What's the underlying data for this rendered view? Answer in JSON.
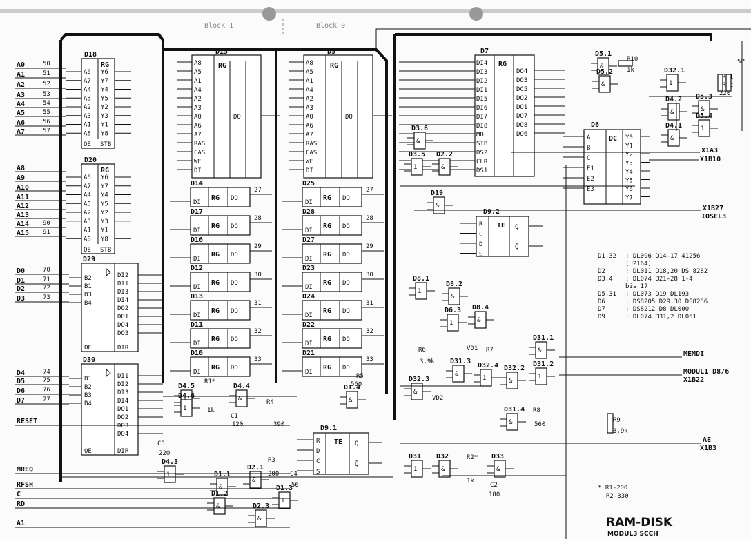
{
  "header": {
    "block1": "Block 1",
    "block0": "Block 0"
  },
  "title": "RAM-DISK",
  "subtitle": "MODUL3 SCCH",
  "signals": {
    "address": [
      "A0",
      "A1",
      "A2",
      "A3",
      "A4",
      "A5",
      "A6",
      "A7",
      "A8",
      "A9",
      "A10",
      "A11",
      "A12",
      "A13",
      "A14",
      "A15"
    ],
    "address_pins": [
      "50",
      "51",
      "52",
      "53",
      "54",
      "55",
      "56",
      "57",
      "",
      "",
      "",
      "",
      "",
      "",
      "90",
      "91"
    ],
    "data": [
      "D0",
      "D1",
      "D2",
      "D3",
      "D4",
      "D5",
      "D6",
      "D7"
    ],
    "data_pins": [
      "70",
      "71",
      "72",
      "73",
      "74",
      "75",
      "76",
      "77"
    ],
    "control": [
      "RESET",
      "MREQ",
      "RFSH",
      "C",
      "RD",
      "A1"
    ],
    "right_outputs": [
      "X1A3",
      "X1B10",
      "X1B27",
      "IOSEL3",
      "MEMDI",
      "MODUL1 D8/6",
      "X1B22",
      "AE",
      "X1B3"
    ]
  },
  "chips": {
    "d18": {
      "name": "D18",
      "type": "RG",
      "inputs": [
        "A6",
        "A7",
        "A4",
        "A5",
        "A2",
        "A3",
        "A1",
        "A8"
      ],
      "outputs": [
        "Y6",
        "Y7",
        "Y4",
        "Y5",
        "Y2",
        "Y3",
        "Y1",
        "Y8"
      ],
      "oe": "OE",
      "stb": "STB"
    },
    "d20": {
      "name": "D20",
      "type": "RG",
      "inputs": [
        "A6",
        "A7",
        "A4",
        "A5",
        "A2",
        "A3",
        "A1",
        "A8"
      ],
      "outputs": [
        "Y6",
        "Y7",
        "Y4",
        "Y5",
        "Y2",
        "Y3",
        "Y1",
        "Y8"
      ],
      "oe": "OE",
      "stb": "STB"
    },
    "d29": {
      "name": "D29",
      "inputs": [
        "B2",
        "B1",
        "B3",
        "B4"
      ],
      "outputs": [
        "DI2",
        "DI1",
        "DI3",
        "DI4",
        "DO2",
        "DO1",
        "DO4",
        "DO3"
      ],
      "oe": "OE",
      "dir": "DIR"
    },
    "d30": {
      "name": "D30",
      "inputs": [
        "B1",
        "B2",
        "B3",
        "B4"
      ],
      "outputs": [
        "DI1",
        "DI2",
        "DI3",
        "DI4",
        "DO1",
        "DO2",
        "DO3",
        "DO4"
      ],
      "oe": "OE",
      "dir": "DIR"
    },
    "d15": {
      "name": "D15",
      "type": "RG",
      "out": "DO",
      "pins": [
        "A8",
        "A5",
        "A1",
        "A4",
        "A2",
        "A3",
        "A0",
        "A6",
        "A7",
        "RAS",
        "CAS",
        "WE",
        "DI"
      ]
    },
    "d5": {
      "name": "D5",
      "type": "RG",
      "out": "DO",
      "pins": [
        "A8",
        "A5",
        "A1",
        "A4",
        "A2",
        "A3",
        "A0",
        "A6",
        "A7",
        "RAS",
        "CAS",
        "WE",
        "DI"
      ]
    },
    "d7": {
      "name": "D7",
      "type": "RG",
      "inputs": [
        "DI4",
        "DI3",
        "DI2",
        "DI1",
        "DI5",
        "DI6",
        "DI7",
        "DI8",
        "MD",
        "STB",
        "DS2",
        "CLR",
        "DS1"
      ],
      "outputs": [
        "DO4",
        "DO3",
        "DC5",
        "DO2",
        "DO1",
        "DO7",
        "DO8",
        "DO6"
      ]
    },
    "d6": {
      "name": "D6",
      "type": "DC",
      "inputs": [
        "A",
        "B",
        "C",
        "E1",
        "E2",
        "E3"
      ],
      "outputs": [
        "Y0",
        "Y1",
        "Y2",
        "Y3",
        "Y4",
        "Y5",
        "Y6",
        "Y7"
      ]
    },
    "d92": {
      "name": "D9.2",
      "type": "TE",
      "inputs": [
        "R",
        "C",
        "D",
        "S"
      ],
      "outputs": [
        "Q",
        "Q̄"
      ]
    },
    "d91": {
      "name": "D9.1",
      "type": "TE",
      "inputs": [
        "R",
        "D",
        "C",
        "S"
      ],
      "outputs": [
        "Q",
        "Q̄"
      ]
    },
    "ram_left": [
      {
        "name": "D14",
        "label": "RG",
        "out": "DO",
        "di": "DI"
      },
      {
        "name": "D17",
        "label": "RG",
        "out": "DO",
        "di": "DI"
      },
      {
        "name": "D16",
        "label": "RG",
        "out": "DO",
        "di": "DI"
      },
      {
        "name": "D12",
        "label": "RG",
        "out": "DO",
        "di": "DI"
      },
      {
        "name": "D13",
        "label": "RG",
        "out": "DO",
        "di": "DI"
      },
      {
        "name": "D11",
        "label": "RG",
        "out": "DO",
        "di": "DI"
      },
      {
        "name": "D10",
        "label": "RG",
        "out": "DO",
        "di": "DI"
      }
    ],
    "ram_right": [
      {
        "name": "D25",
        "label": "RG",
        "out": "DO",
        "di": "DI"
      },
      {
        "name": "D28",
        "label": "RG",
        "out": "DO",
        "di": "DI"
      },
      {
        "name": "D27",
        "label": "RG",
        "out": "DO",
        "di": "DI"
      },
      {
        "name": "D23",
        "label": "RG",
        "out": "DO",
        "di": "DI"
      },
      {
        "name": "D24",
        "label": "RG",
        "out": "DO",
        "di": "DI"
      },
      {
        "name": "D22",
        "label": "RG",
        "out": "DO",
        "di": "DI"
      },
      {
        "name": "D21",
        "label": "RG",
        "out": "DO",
        "di": "DI"
      }
    ],
    "ram_out_pins": [
      "27",
      "28",
      "29",
      "30",
      "31",
      "32",
      "33"
    ]
  },
  "gates": [
    "D3.6",
    "D3.5",
    "D2.2",
    "D19",
    "D8.1",
    "D8.2",
    "D8.4",
    "D6.3",
    "D5.1",
    "D5.2",
    "D32.1",
    "D4.2",
    "D5.3",
    "D5.4",
    "D4.1",
    "D31.1",
    "D31.2",
    "D32.3",
    "D31.3",
    "D32.4",
    "D32.2",
    "D31.4",
    "D31",
    "D32",
    "D33",
    "D4.5",
    "D4.4",
    "D1.4",
    "D4.3",
    "D1.1",
    "D2.1",
    "D1.3",
    "D1.2",
    "D2.3",
    "D4.6"
  ],
  "components": [
    "R1*",
    "1k",
    "C1",
    "120",
    "R4",
    "390",
    "R5",
    "560",
    "C3",
    "220",
    "R3",
    "200",
    "C4",
    "56",
    "R6",
    "3,9k",
    "R7",
    "VD1",
    "VD2",
    "R8",
    "560",
    "R9",
    "3,9k",
    "R10",
    "1k",
    "R11",
    "R12",
    "220",
    "R2*",
    "1k",
    "C2",
    "180",
    "5P"
  ],
  "legend": [
    {
      "ref": "D1,32",
      "part": ": DL096  D14-17  41256"
    },
    {
      "ref": "",
      "part": "(U2164)"
    },
    {
      "ref": "D2",
      "part": ": DL011  D18,20  DS 8282"
    },
    {
      "ref": "D3,4",
      "part": ": DL074  D21-28  1-4"
    },
    {
      "ref": "",
      "part": "bis 17"
    },
    {
      "ref": "D5,31",
      "part": ": DL073  D19  DL193"
    },
    {
      "ref": "D6",
      "part": ": DS8205  D29,30  DS8286"
    },
    {
      "ref": "D7",
      "part": ": DS8212  D8  DL000"
    },
    {
      "ref": "D9",
      "part": ": DL074  D31,2  DL051"
    }
  ],
  "notes": [
    "* R1-200",
    "R2-330"
  ]
}
